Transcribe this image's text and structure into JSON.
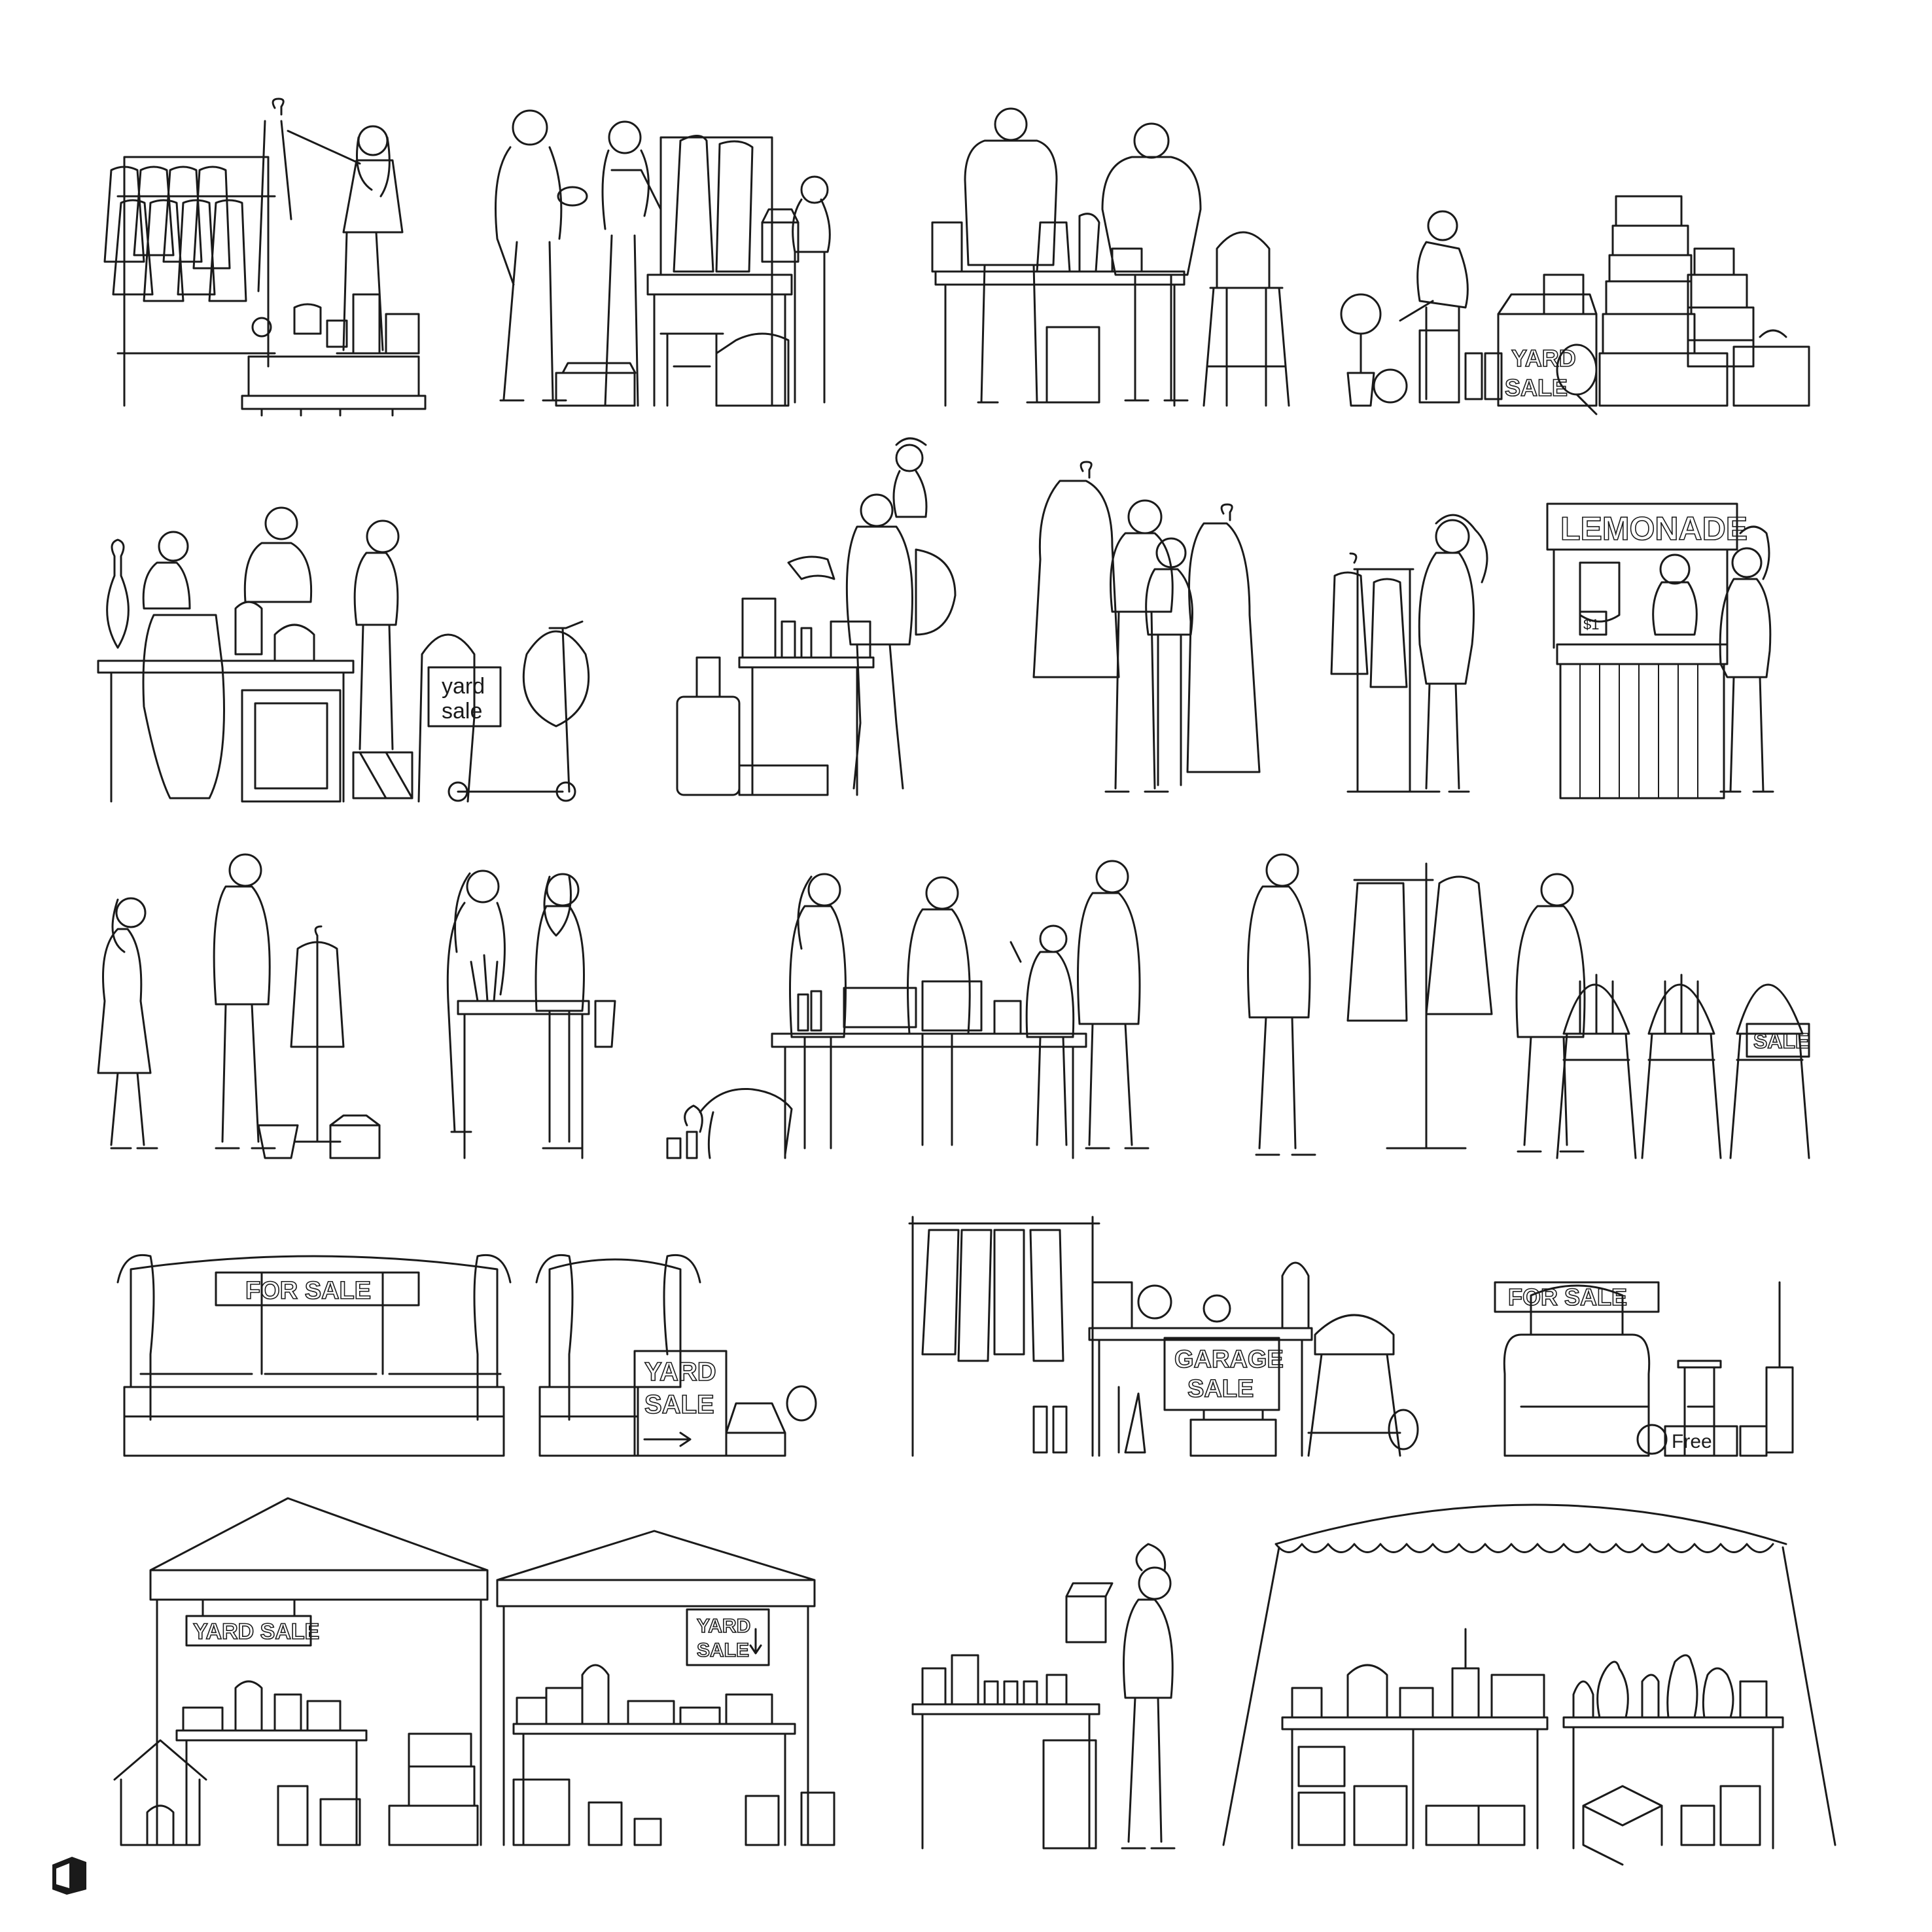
{
  "signs": {
    "yard_sale_box": [
      "YARD",
      "SALE"
    ],
    "yard_sale_cart": [
      "yard",
      "sale"
    ],
    "lemonade": "LEMONADE",
    "price_tag": "$1",
    "sale_chair": "SALE",
    "for_sale_sofa": "FOR SALE",
    "yard_sale_sofa": [
      "YARD",
      "SALE"
    ],
    "garage_sale": [
      "GARAGE",
      "SALE"
    ],
    "for_sale_armchair": "FOR SALE",
    "free_box": "Free",
    "yard_sale_tent1": "YARD SALE",
    "yard_sale_tent2": [
      "YARD",
      "SALE"
    ]
  },
  "icons": [
    "brand-logo-icon"
  ],
  "colors": {
    "line": "#1a1a1a",
    "background": "#ffffff"
  }
}
